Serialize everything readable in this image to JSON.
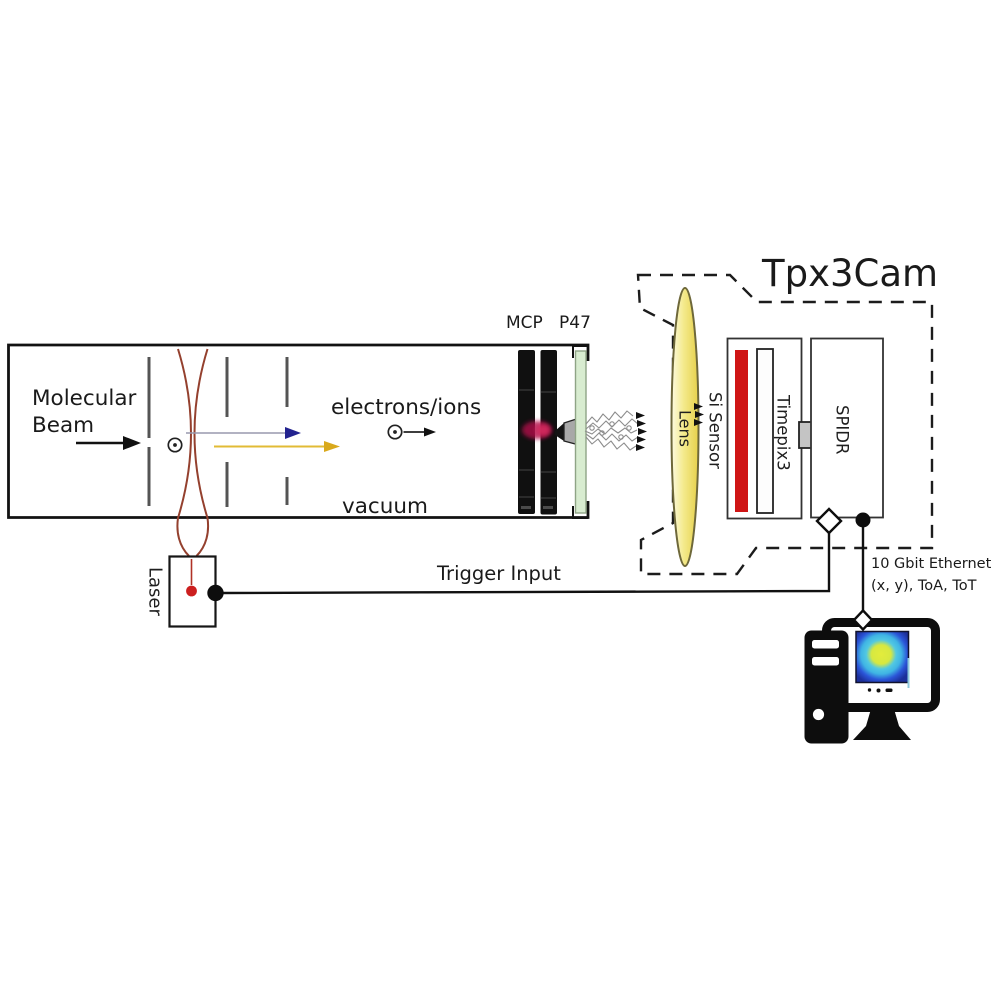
{
  "camera": {
    "title": "Tpx3Cam",
    "lens_label": "Lens",
    "si_sensor_label": "Si Sensor",
    "timepix3_label": "Timepix3",
    "spidr_label": "SPIDR"
  },
  "chamber": {
    "molecular_beam_label": "Molecular Beam",
    "electrons_ions_label": "electrons/ions",
    "vacuum_label": "vacuum",
    "mcp_label": "MCP",
    "p47_label": "P47"
  },
  "laser": {
    "label": "Laser"
  },
  "connections": {
    "trigger_label": "Trigger Input",
    "ethernet_line1": "10 Gbit Ethernet",
    "ethernet_line2": "(x, y), ToA, ToT"
  },
  "colors": {
    "laser_beam": "#94402e",
    "electron_arrow": "#23238f",
    "ion_arrow": "#d9a91c",
    "phosphor_green": "#d8ecd0",
    "lens_yellow": "#f0e26b",
    "sensor_red": "#cf1515",
    "glow_red": "#b01048",
    "screen_blue": "#2b55d8",
    "screen_cyan": "#3fc0e0",
    "screen_yellow": "#dcea3e"
  }
}
